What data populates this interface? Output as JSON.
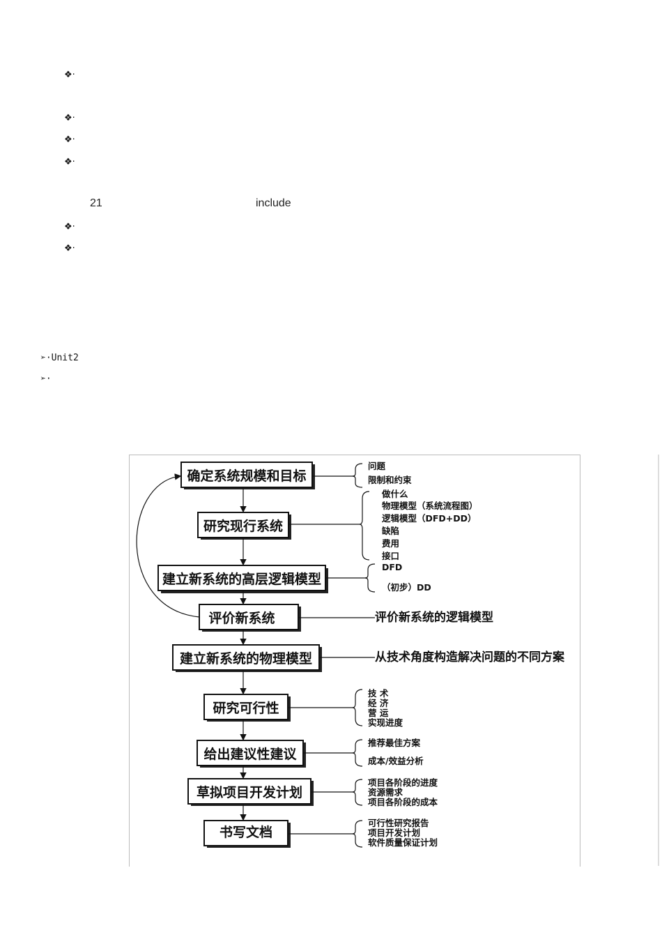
{
  "bullets_top": [
    "❖·",
    "❖·",
    "❖·",
    "❖·"
  ],
  "line21": {
    "number": "21",
    "word": "include"
  },
  "bullets_mid": [
    "❖·",
    "❖·"
  ],
  "arrows": [
    "➢·Unit2",
    "➢·"
  ],
  "flowchart": {
    "steps": [
      "确定系统规模和目标",
      "研究现行系统",
      "建立新系统的高层逻辑模型",
      "评价新系统",
      "建立新系统的物理模型",
      "研究可行性",
      "给出建议性建议",
      "草拟项目开发计划",
      "书写文档"
    ],
    "notes": {
      "n1": [
        "问题",
        "限制和约束"
      ],
      "n2": [
        "做什么",
        "物理模型（系统流程图）",
        "逻辑模型（DFD+DD）",
        "缺陷",
        "费用",
        "接口"
      ],
      "n3": [
        "DFD",
        "（初步）DD"
      ],
      "n4": "评价新系统的逻辑模型",
      "n5": "从技术角度构造解决问题的不同方案",
      "n6": [
        "技  术",
        "经  济",
        "营  运",
        "实现进度"
      ],
      "n7": [
        "推荐最佳方案",
        "成本/效益分析"
      ],
      "n8": [
        "项目各阶段的进度",
        "资源需求",
        "项目各阶段的成本"
      ],
      "n9": [
        "可行性研究报告",
        "项目开发计划",
        "软件质量保证计划"
      ]
    }
  }
}
